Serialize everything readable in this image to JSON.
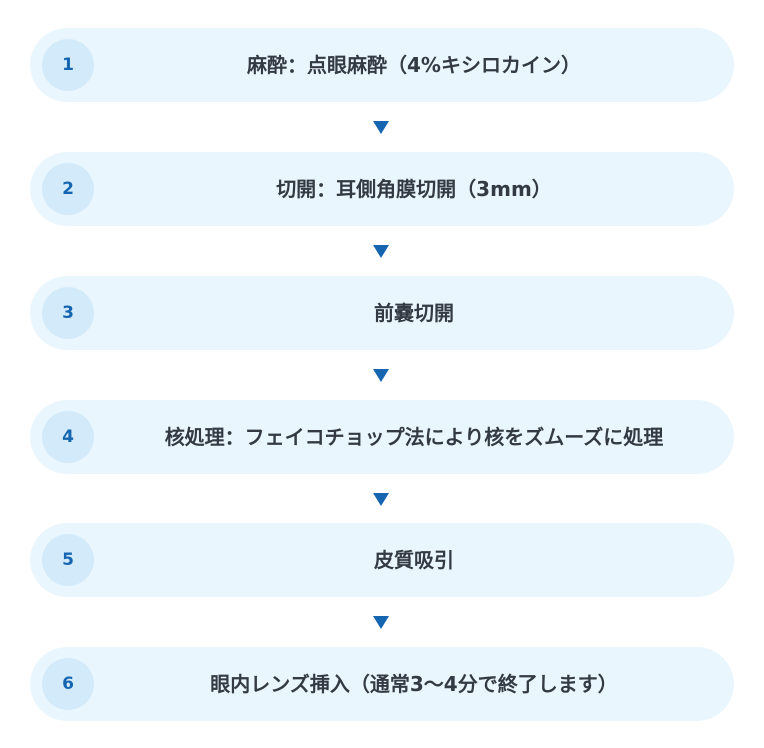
{
  "colors": {
    "step_background": "#eaf6fd",
    "badge_background": "#d3eafa",
    "accent": "#1565b0",
    "text": "#333a44"
  },
  "steps": [
    {
      "number": "1",
      "label": "麻酔：点眼麻酔（4%キシロカイン）"
    },
    {
      "number": "2",
      "label": "切開：耳側角膜切開（3mm）"
    },
    {
      "number": "3",
      "label": "前嚢切開"
    },
    {
      "number": "4",
      "label": "核処理：フェイコチョップ法により核をズムーズに処理"
    },
    {
      "number": "5",
      "label": "皮質吸引"
    },
    {
      "number": "6",
      "label": "眼内レンズ挿入（通常3〜4分で終了します）"
    }
  ]
}
